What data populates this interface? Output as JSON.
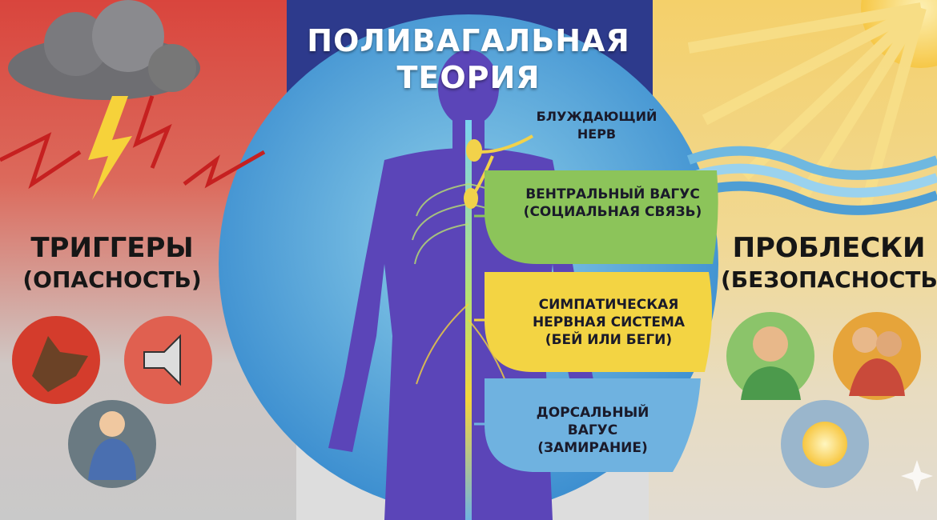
{
  "title": {
    "line1": "ПОЛИВАГАЛЬНАЯ",
    "line2": "ТЕОРИЯ"
  },
  "vagus_label": {
    "line1": "БЛУЖДАЮЩИЙ",
    "line2": "НЕРВ"
  },
  "states": [
    {
      "line1": "ВЕНТРАЛЬНЫЙ ВАГУС",
      "line2": "(СОЦИАЛЬНАЯ СВЯЗЬ)",
      "line3": "",
      "color": "#8cc45a"
    },
    {
      "line1": "СИМПАТИЧЕСКАЯ",
      "line2": "НЕРВНАЯ СИСТЕМА",
      "line3": "(БЕЙ ИЛИ БЕГИ)",
      "color": "#f3d443"
    },
    {
      "line1": "ДОРСАЛЬНЫЙ",
      "line2": "ВАГУС",
      "line3": "(ЗАМИРАНИЕ)",
      "color": "#6fb2e0"
    }
  ],
  "left": {
    "title": "ТРИГГЕРЫ",
    "subtitle": "(ОПАСНОСТЬ)",
    "icons": [
      "angry-dog-icon",
      "megaphone-icon",
      "distressed-person-icon"
    ]
  },
  "right": {
    "title": "ПРОБЛЕСКИ",
    "subtitle": "(БЕЗОПАСНОСТЬ)",
    "icons": [
      "smiling-person-icon",
      "hug-icon",
      "sunrise-icon"
    ]
  },
  "colors": {
    "danger": "#d9453d",
    "safety": "#f4d06a",
    "center": "#2d3a8c",
    "body": "#5b45b8"
  }
}
